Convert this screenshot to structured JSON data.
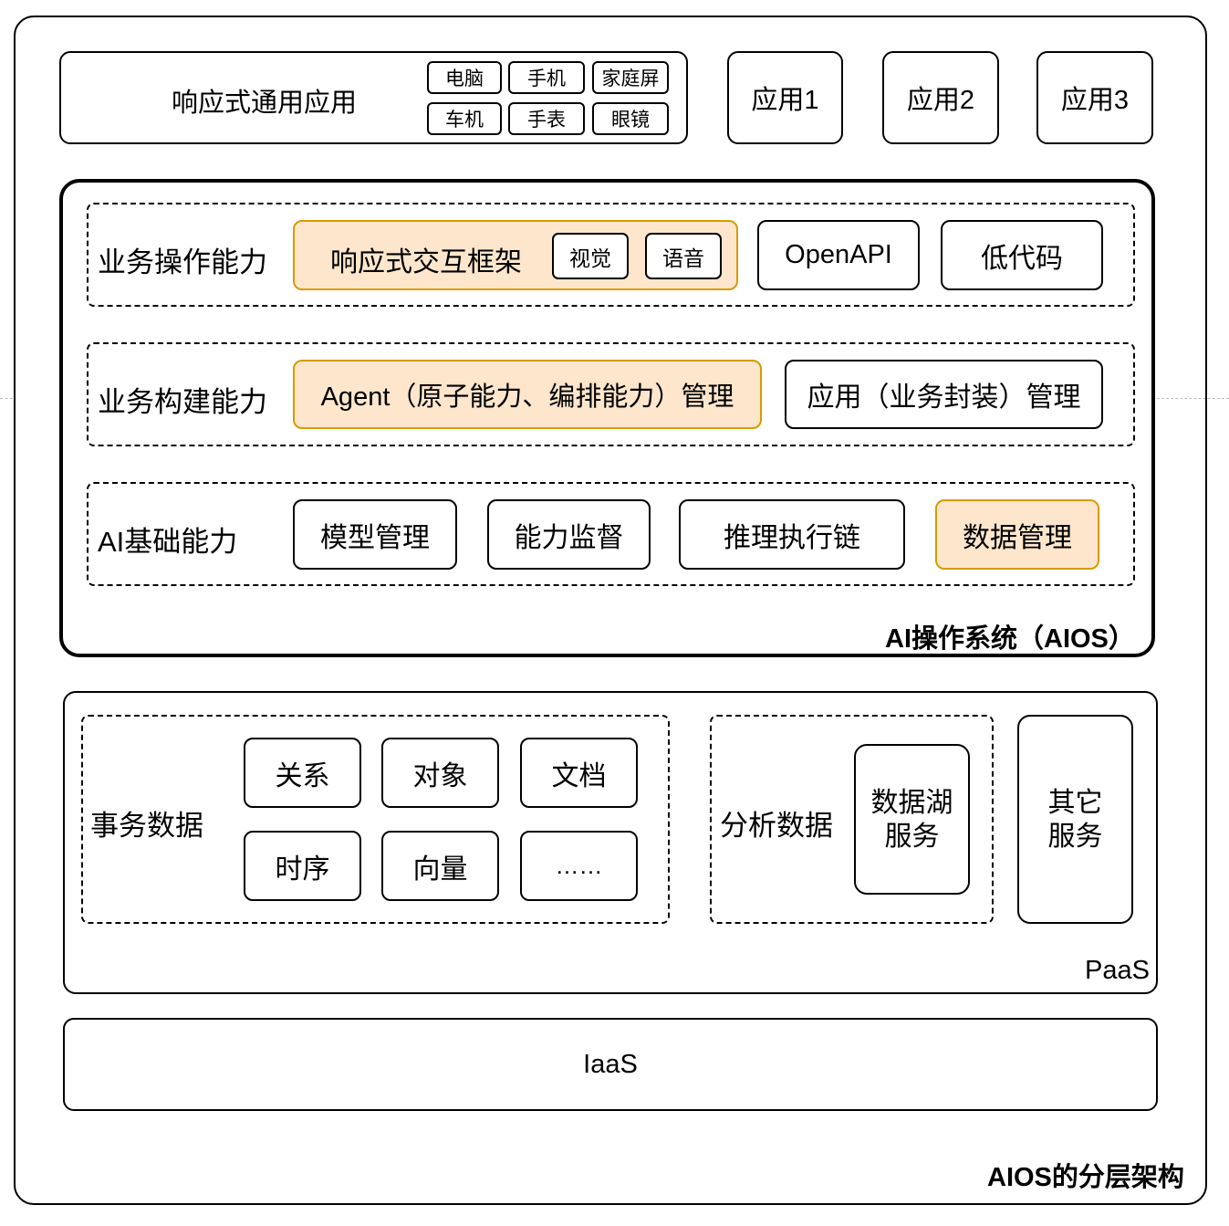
{
  "title": "AIOS的分层架构",
  "top_apps": {
    "responsive_app": "响应式通用应用",
    "devices": [
      "电脑",
      "手机",
      "家庭屏",
      "车机",
      "手表",
      "眼镜"
    ],
    "apps": [
      "应用1",
      "应用2",
      "应用3"
    ]
  },
  "aios": {
    "title": "AI操作系统（AIOS）",
    "business_ops": {
      "label": "业务操作能力",
      "framework": "响应式交互框架",
      "modes": [
        "视觉",
        "语音"
      ],
      "openapi": "OpenAPI",
      "lowcode": "低代码"
    },
    "business_build": {
      "label": "业务构建能力",
      "agent": "Agent（原子能力、编排能力）管理",
      "app_mgmt": "应用（业务封装）管理"
    },
    "ai_base": {
      "label": "AI基础能力",
      "items": [
        "模型管理",
        "能力监督",
        "推理执行链",
        "数据管理"
      ]
    }
  },
  "paas": {
    "title": "PaaS",
    "transaction": {
      "label": "事务数据",
      "items": [
        "关系",
        "对象",
        "文档",
        "时序",
        "向量",
        "……"
      ]
    },
    "analysis": {
      "label": "分析数据",
      "datalake": "数据湖\n服务"
    },
    "other": "其它\n服务"
  },
  "iaas": "IaaS",
  "colors": {
    "highlight_fill": "#fde6cc",
    "highlight_border": "#d79b00",
    "line": "#000000"
  }
}
